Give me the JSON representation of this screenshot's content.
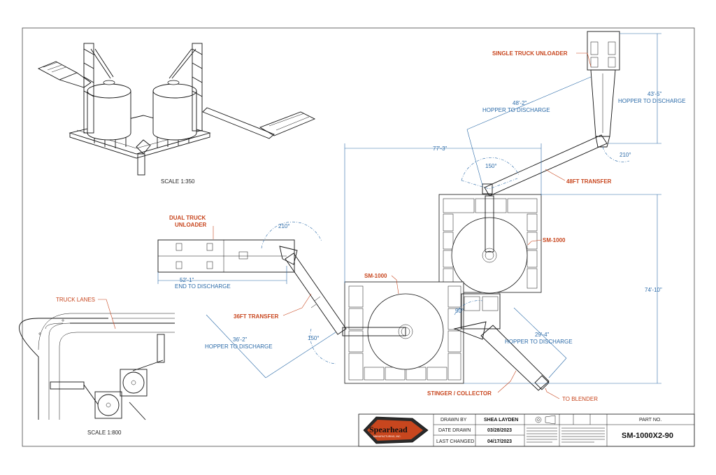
{
  "labels": {
    "single_truck_unloader": "SINGLE TRUCK UNLOADER",
    "dual_truck_unloader_1": "DUAL TRUCK",
    "dual_truck_unloader_2": "UNLOADER",
    "transfer_48": "48FT TRANSFER",
    "transfer_36": "36FT TRANSFER",
    "sm1000_upper": "SM-1000",
    "sm1000_lower": "SM-1000",
    "stinger": "STINGER / COLLECTOR",
    "to_blender": "TO BLENDER",
    "truck_lanes": "TRUCK LANES"
  },
  "dimensions": {
    "d48_value": "48'-2\"",
    "d48_text": "HOPPER TO DISCHARGE",
    "d43_value": "43'-5\"",
    "d43_text": "HOPPER TO DISCHARGE",
    "d77": "77'-3\"",
    "d74": "74'-10\"",
    "d52_value": "52'-1\"",
    "d52_text": "END TO DISCHARGE",
    "d36_value": "36'-2\"",
    "d36_text": "HOPPER TO DISCHARGE",
    "d29_value": "29'-4\"",
    "d29_text": "HOPPER TO DISCHARGE",
    "angle_150_top": "150°",
    "angle_210_right": "210°",
    "angle_210_left": "210°",
    "angle_150_left": "150°",
    "angle_90": "90°"
  },
  "scales": {
    "iso": "SCALE 1:350",
    "plan": "SCALE 1:800"
  },
  "title_block": {
    "logo_text": "Spearhead",
    "logo_sub": "MANUFACTURING, INC.",
    "drawn_by_label": "DRAWN BY",
    "drawn_by_value": "SHEA LAYDEN",
    "date_drawn_label": "DATE DRAWN",
    "date_drawn_value": "03/28/2023",
    "last_changed_label": "LAST CHANGED",
    "last_changed_value": "04/17/2023",
    "part_no_label": "PART NO.",
    "part_no_value": "SM-1000X2-90"
  },
  "colors": {
    "accent_red": "#c8461e",
    "dimension_blue": "#2a6aa8",
    "line": "#111111"
  }
}
